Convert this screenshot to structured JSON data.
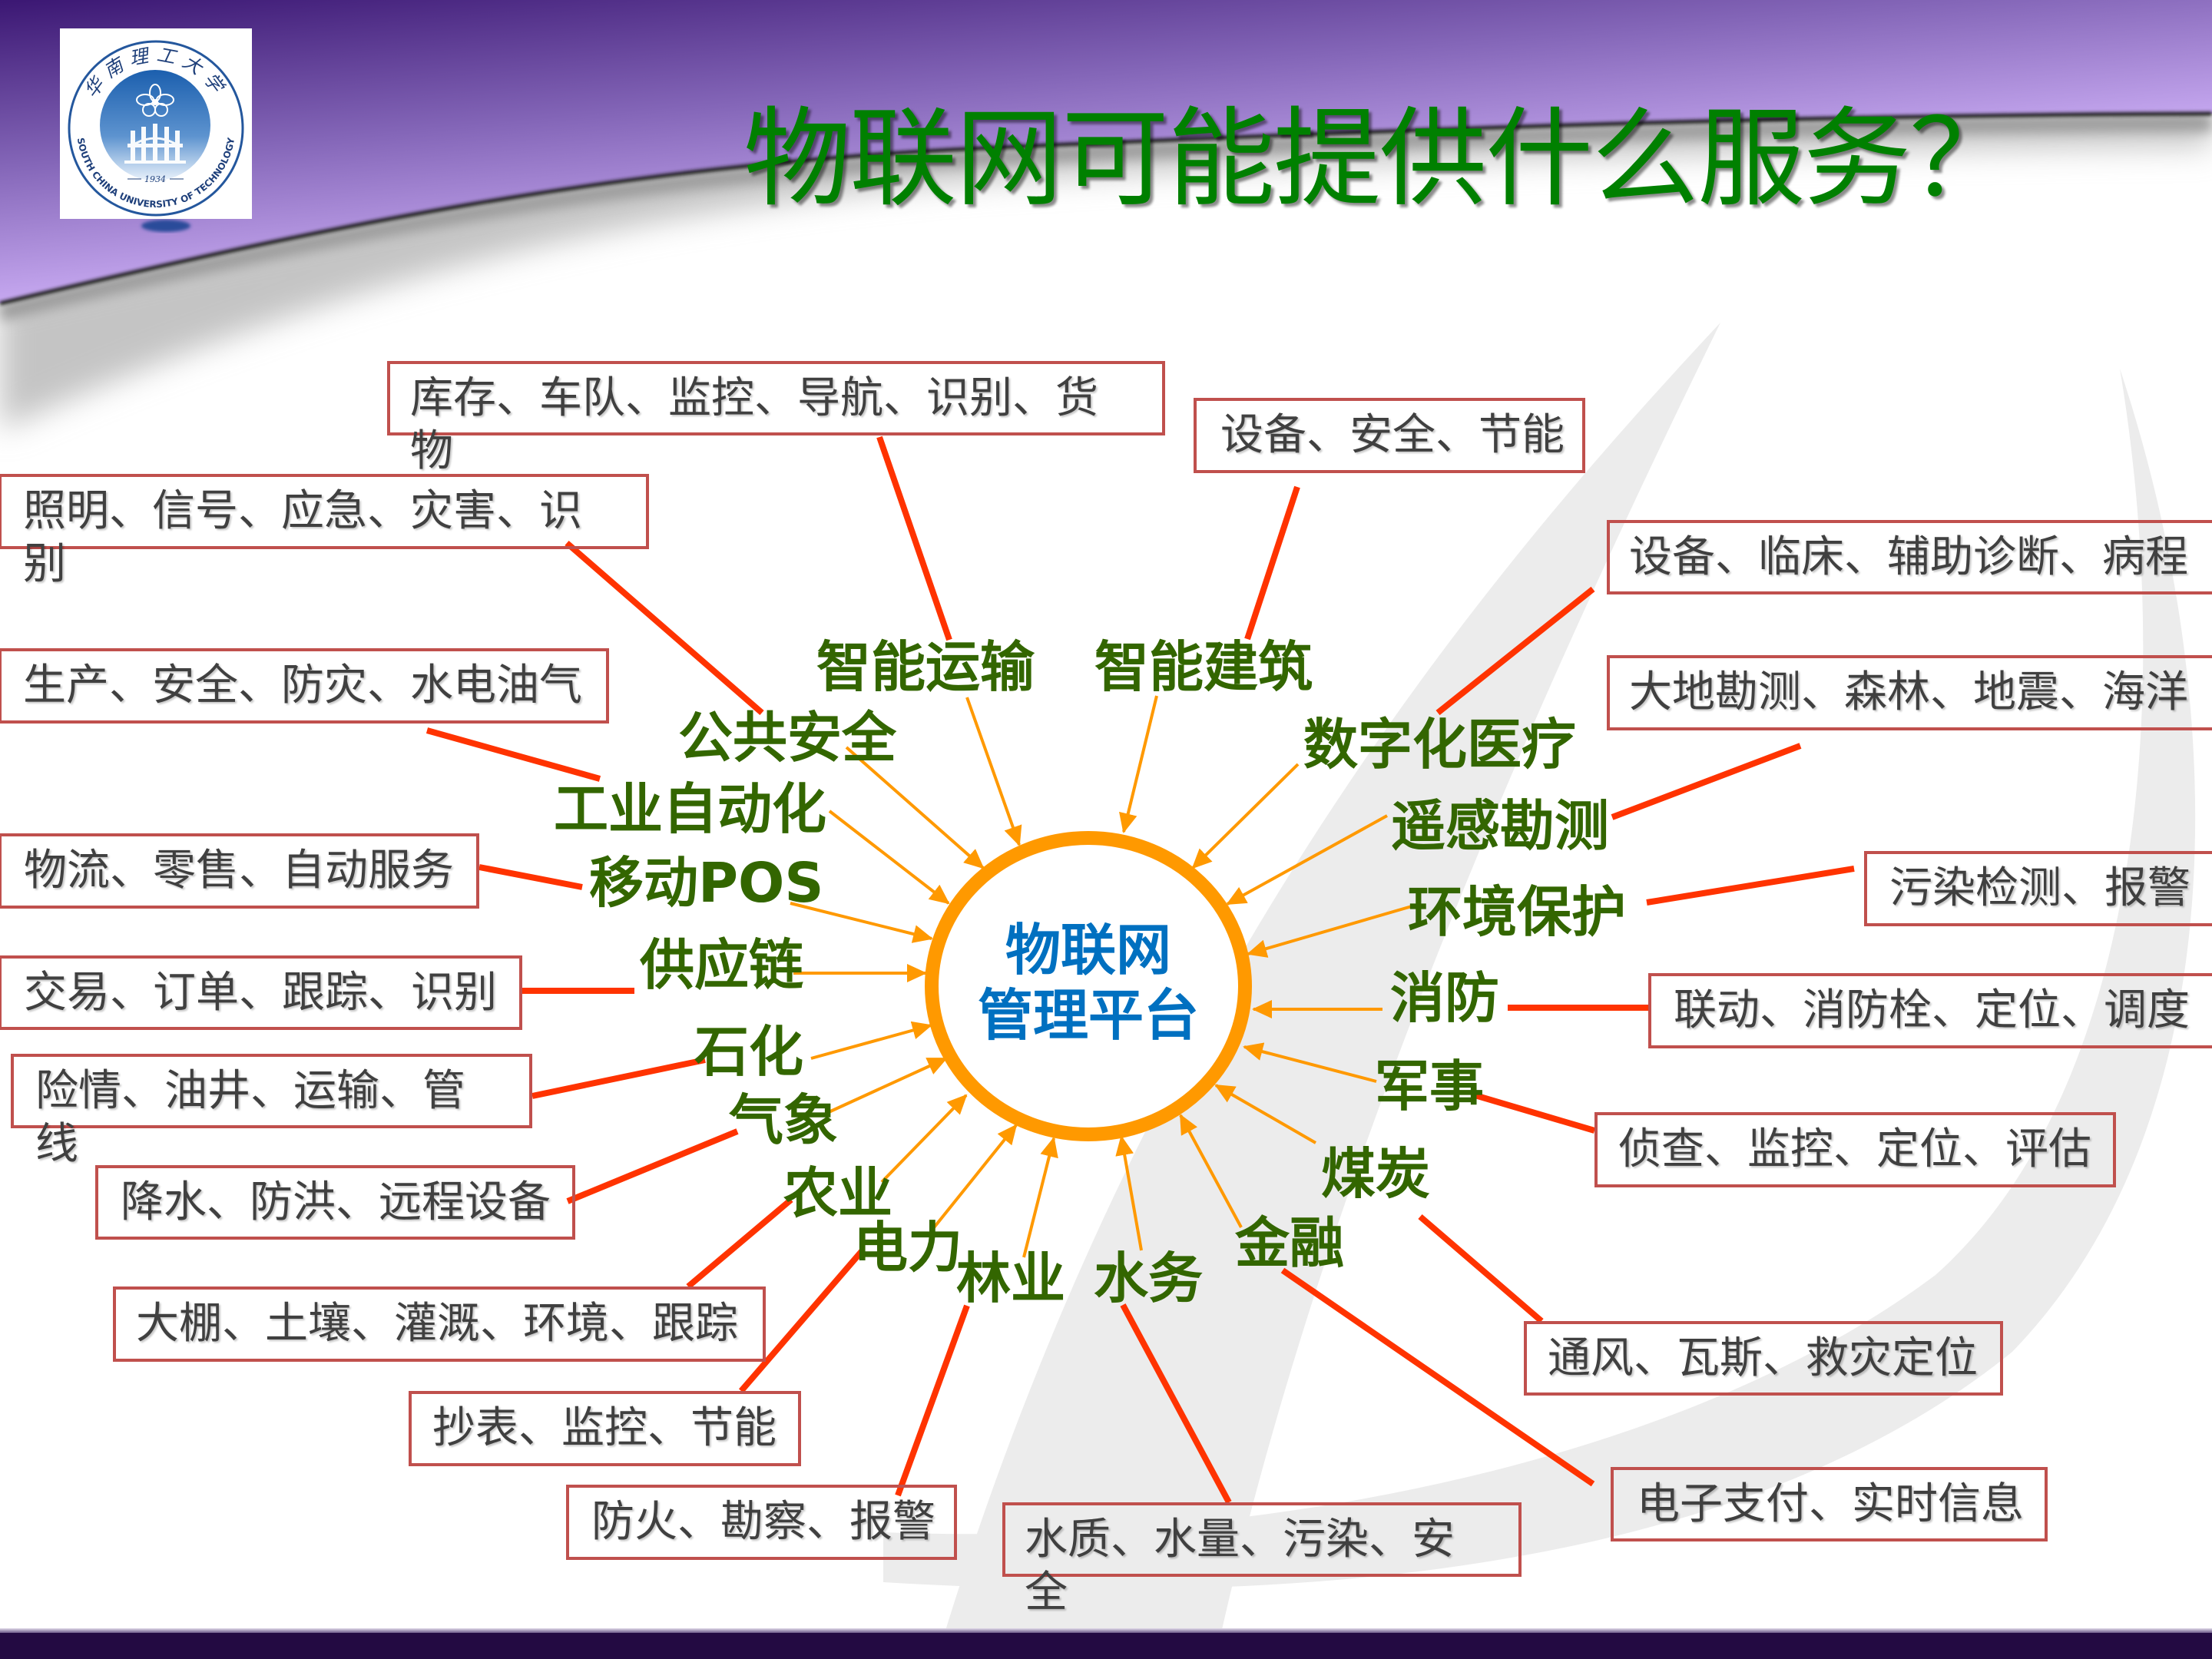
{
  "title": "物联网可能提供什么服务？",
  "logo": {
    "name_cn": "华南理工大学",
    "name_en": "SOUTH CHINA UNIVERSITY OF TECHNOLOGY",
    "founded": "1934"
  },
  "hub": {
    "line1": "物联网",
    "line2": "管理平台"
  },
  "categories": [
    {
      "label": "智能运输",
      "services": "库存、车队、监控、导航、识别、货物"
    },
    {
      "label": "智能建筑",
      "services": "设备、安全、节能"
    },
    {
      "label": "数字化医疗",
      "services": "设备、临床、辅助诊断、病程"
    },
    {
      "label": "遥感勘测",
      "services": "大地勘测、森林、地震、海洋"
    },
    {
      "label": "环境保护",
      "services": "污染检测、报警"
    },
    {
      "label": "消防",
      "services": "联动、消防栓、定位、调度"
    },
    {
      "label": "军事",
      "services": "侦查、监控、定位、评估"
    },
    {
      "label": "煤炭",
      "services": "通风、瓦斯、救灾定位"
    },
    {
      "label": "金融",
      "services": "电子支付、实时信息"
    },
    {
      "label": "水务",
      "services": "水质、水量、污染、安全"
    },
    {
      "label": "林业",
      "services": "防火、勘察、报警"
    },
    {
      "label": "电力",
      "services": "抄表、监控、节能"
    },
    {
      "label": "农业",
      "services": "大棚、土壤、灌溉、环境、跟踪"
    },
    {
      "label": "气象",
      "services": "降水、防洪、远程设备"
    },
    {
      "label": "石化",
      "services": "险情、油井、运输、管线"
    },
    {
      "label": "供应链",
      "services": "交易、订单、跟踪、识别"
    },
    {
      "label": "移动POS",
      "services": "物流、零售、自动服务"
    },
    {
      "label": "工业自动化",
      "services": "生产、安全、防灾、水电油气"
    },
    {
      "label": "公共安全",
      "services": "照明、信号、应急、灾害、识别"
    }
  ],
  "colors": {
    "title": "#008000",
    "category_label": "#336600",
    "hub_text": "#0070C0",
    "hub_ring": "#FF9900",
    "arrow": "#FF9900",
    "connector": "#FF3300",
    "box_border": "#C0504D",
    "box_text": "#404040",
    "header_purple": "#8466B8",
    "footer_bar": "#230A42"
  }
}
